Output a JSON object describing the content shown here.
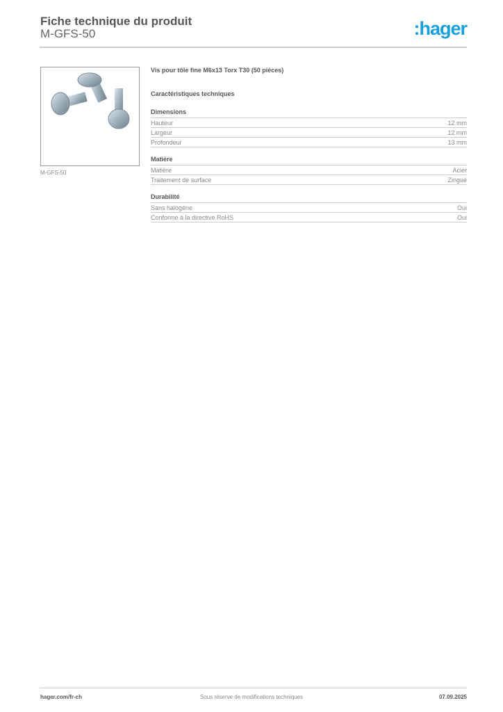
{
  "header": {
    "title": "Fiche technique du produit",
    "subtitle": "M-GFS-50",
    "logo": ":hager",
    "logo_color": "#1b9fdc"
  },
  "product": {
    "image_caption": "M-GFS-50",
    "title": "Vis pour tôle fine M6x13 Torx T30 (50 pièces)",
    "characteristics_heading": "Caractéristiques techniques"
  },
  "sections": [
    {
      "heading": "Dimensions",
      "rows": [
        {
          "label": "Hauteur",
          "value": "12 mm"
        },
        {
          "label": "Largeur",
          "value": "12 mm"
        },
        {
          "label": "Profondeur",
          "value": "13 mm"
        }
      ]
    },
    {
      "heading": "Matière",
      "rows": [
        {
          "label": "Matière",
          "value": "Acier"
        },
        {
          "label": "Traitement de surface",
          "value": "Zingué"
        }
      ]
    },
    {
      "heading": "Durabilité",
      "rows": [
        {
          "label": "Sans halogène",
          "value": "Oui"
        },
        {
          "label": "Conforme à la directive RoHS",
          "value": "Oui"
        }
      ]
    }
  ],
  "footer": {
    "website": "hager.com/fr-ch",
    "note": "Sous réserve de modifications techniques",
    "date": "07.09.2025"
  }
}
